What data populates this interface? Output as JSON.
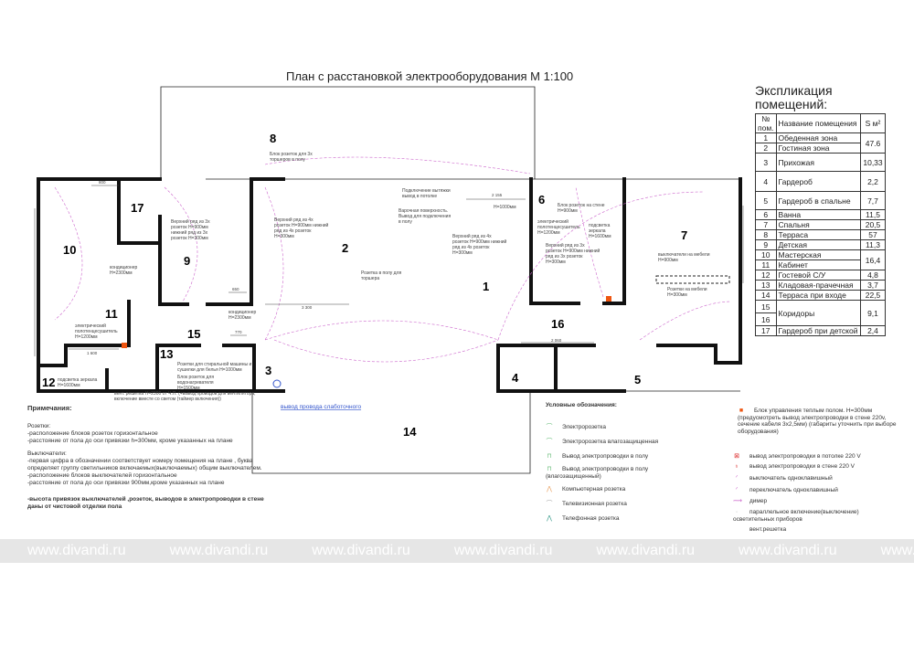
{
  "title": "План с расстановкой электрооборудования М 1:100",
  "rooms": {
    "r1": "1",
    "r2": "2",
    "r3": "3",
    "r4": "4",
    "r5": "5",
    "r6": "6",
    "r7": "7",
    "r8": "8",
    "r9": "9",
    "r10": "10",
    "r11": "11",
    "r12": "12",
    "r13": "13",
    "r14": "14",
    "r15": "15",
    "r16": "16",
    "r17": "17"
  },
  "annotations": {
    "a1": "Верхний ряд из 3х розеток H=900мм нижний ряд из 3х розеток H=300мм",
    "a2": "Верхний ряд из 4х розеток H=900мм нижний ряд из 4х розеток H=300мм",
    "a3": "Розетка в полу для торшера",
    "a4": "Блок розеток для 3х торшеров в полу",
    "a5": "кондиционер H=2300мм",
    "a6": "электрический полотенцесушитель H=1200мм",
    "a7": "Розетки для стиральной машины и сушилки для белья H=1000мм",
    "a8": "Блок розеток для водонагревателя H=1500мм",
    "a9": "подсветка зеркала H=1600мм",
    "a10": "вент. решетка H=2300 от Ч.П. (+вывод проводов для вентилятора, включение вместе со светом (таймер включения))",
    "a11": "Подключение вытяжки вывод в потолке",
    "a12": "Варочная поверхность. Вывод для подключения в полу",
    "a13": "H=1000мм",
    "a14": "Блок розеток на стене H=900мм",
    "a15": "выключатели на мебели H=900мм",
    "a16": "Розетки на мебели H=300мм",
    "a17": "вывод провода слаботочного",
    "d1": "3 300",
    "d2": "2 155",
    "d3": "2 060",
    "d4": "1 600",
    "d5": "800",
    "d6": "770",
    "d7": "650"
  },
  "explication": {
    "title": "Экспликация помещений:",
    "headers": {
      "no": "№ пом.",
      "name": "Название помещения",
      "area": "S м²"
    },
    "rows": [
      {
        "no": "1",
        "name": "Обеденная зона"
      },
      {
        "no": "2",
        "name": "Гостиная зона"
      },
      {
        "no": "3",
        "name": "Прихожая",
        "area": "10,33"
      },
      {
        "no": "4",
        "name": "Гардероб",
        "area": "2,2"
      },
      {
        "no": "5",
        "name": "Гардероб в спальне",
        "area": "7,7"
      },
      {
        "no": "6",
        "name": "Ванна",
        "area": "11,5"
      },
      {
        "no": "7",
        "name": "Спальня",
        "area": "20,5"
      },
      {
        "no": "8",
        "name": "Терраса",
        "area": "57"
      },
      {
        "no": "9",
        "name": "Детская",
        "area": "11,3"
      },
      {
        "no": "10",
        "name": "Мастерская"
      },
      {
        "no": "11",
        "name": "Кабинет"
      },
      {
        "no": "12",
        "name": "Гостевой С/У",
        "area": "4,8"
      },
      {
        "no": "13",
        "name": "Кладовая-прачечная",
        "area": "3,7"
      },
      {
        "no": "14",
        "name": "Терраса при входе",
        "area": "22,5"
      },
      {
        "no": "15",
        "name": "Коридоры"
      },
      {
        "no": "16",
        "name": ""
      },
      {
        "no": "17",
        "name": "Гардероб при детской",
        "area": "2,4"
      }
    ],
    "merged": {
      "r1_2": "47.6",
      "r10_11": "16,4",
      "r15_16": "9,1"
    }
  },
  "notes": {
    "heading": "Примечания:",
    "sockets_title": "Розетки:",
    "sockets": [
      "-расположение блоков розеток горизонтальное",
      "-расстояние от пола до оси привязки h=300мм, кроме указанных на плане"
    ],
    "switches_title": "Выключатели:",
    "switches": [
      "-первая цифра в обозначении соответствует номеру помещения на плане , буква определяет группу светильников включаемых(выключаемых) общим выключателем.",
      "-расположение блоков выключателей горизонтальное",
      "-расстояние от пола до оси привязки 900мм,кроме указанных на плане"
    ],
    "footer": "-высота привязок выключателей ,розеток, выводов в электропроводки в стене даны от чистовой отделки пола"
  },
  "legend": {
    "title": "Условные обозначения:",
    "left": [
      "Электророзетка",
      "Электророзетка влагозащищенная",
      "Вывод электропроводки в полу",
      "Вывод электропроводки в полу (влагозащищенный)",
      "Компьютерная розетка",
      "Телевизионная розетка",
      "Телефонная розетка"
    ],
    "right": [
      "Блок управления теплым полом. H=300мм (предусмотреть вывод электропроводки в стене 220v, сечение кабеля 3х2,5мм) (габариты уточнить при выборе оборудования)",
      "вывод электропроводки в потолке 220 V",
      "вывод электропроводки в стене 220 V",
      "выключатель одноклавишный",
      "переключатель одноклавишный",
      "димер",
      "параллельное включение(выключение) осветительных приборов",
      "вент.решетка"
    ]
  },
  "watermark": "www.divandi.ru",
  "colors": {
    "wall": "#111111",
    "socket": "#66bb77",
    "switch": "#cc66cc",
    "power": "#ee5511",
    "weak": "#3355cc"
  }
}
